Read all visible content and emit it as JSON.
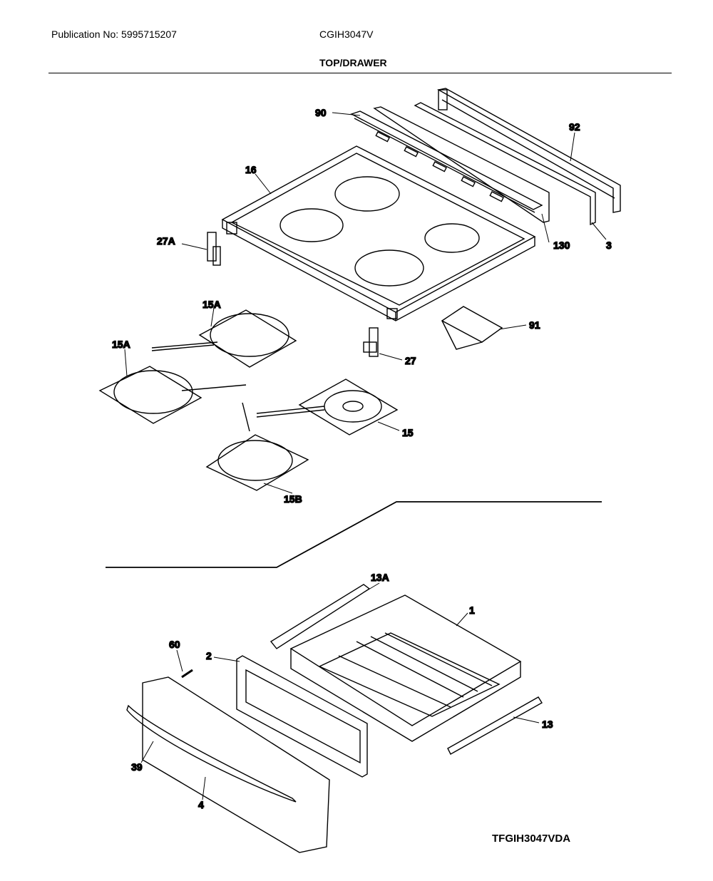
{
  "header": {
    "publication": "Publication No: 5995715207",
    "model": "CGIH3047V",
    "title": "TOP/DRAWER"
  },
  "labels": {
    "p90": "90",
    "p92": "92",
    "p16": "16",
    "p27A": "27A",
    "p130": "130",
    "p3": "3",
    "p15A_1": "15A",
    "p15A_2": "15A",
    "p91": "91",
    "p27": "27",
    "p15": "15",
    "p15B": "15B",
    "p13A": "13A",
    "p1": "1",
    "p60": "60",
    "p2": "2",
    "p13": "13",
    "p39": "39",
    "p4": "4"
  },
  "footer": {
    "code": "TFGIH3047VDA"
  }
}
